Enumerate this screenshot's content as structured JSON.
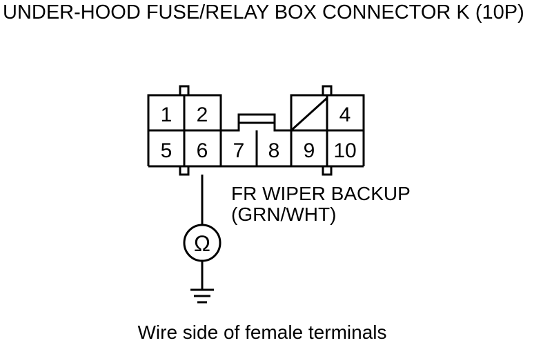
{
  "diagram": {
    "title": "UNDER-HOOD FUSE/RELAY BOX CONNECTOR K (10P)",
    "caption": "Wire side of female terminals",
    "wire": {
      "name": "FR WIPER BACKUP",
      "color_code": "(GRN/WHT)"
    },
    "meter_symbol": "Ω",
    "terminals": {
      "t1": "1",
      "t2": "2",
      "t4": "4",
      "t5": "5",
      "t6": "6",
      "t7": "7",
      "t8": "8",
      "t9": "9",
      "t10": "10"
    }
  }
}
